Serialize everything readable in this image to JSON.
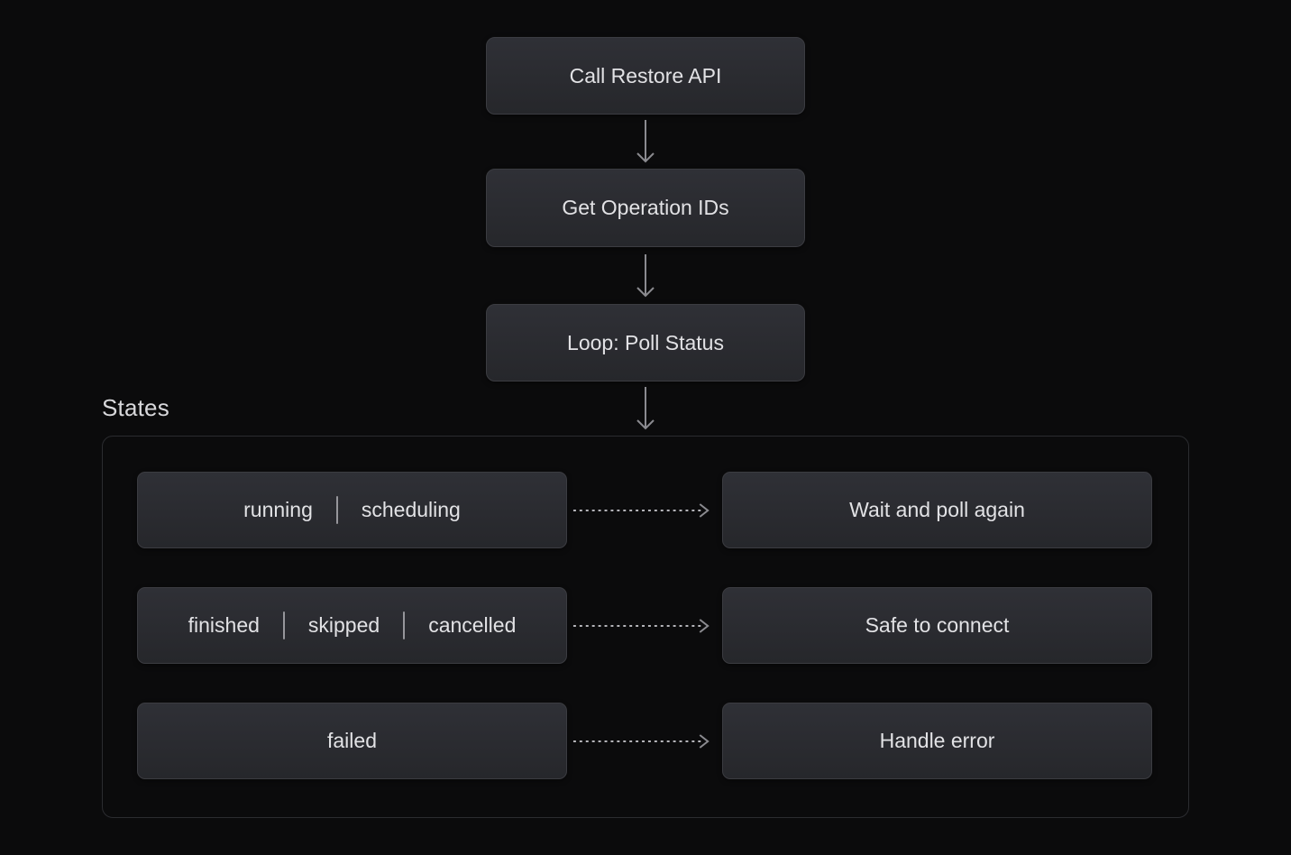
{
  "colors": {
    "background": "#0b0b0c",
    "node_bg_top": "#2f3036",
    "node_bg_bottom": "#26272b",
    "node_border": "#3b3c41",
    "container_border": "#2b2c30",
    "text": "#e2e2e5",
    "title": "#d8d8db",
    "arrow": "#8b8b90",
    "dash": "#b4b4b9",
    "separator": "#96969b"
  },
  "flow": {
    "nodes": [
      {
        "label": "Call Restore API"
      },
      {
        "label": "Get Operation IDs"
      },
      {
        "label": "Loop: Poll Status"
      }
    ]
  },
  "states": {
    "title": "States",
    "rows": [
      {
        "states": [
          "running",
          "scheduling"
        ],
        "action": "Wait and poll again"
      },
      {
        "states": [
          "finished",
          "skipped",
          "cancelled"
        ],
        "action": "Safe to connect"
      },
      {
        "states": [
          "failed"
        ],
        "action": "Handle error"
      }
    ]
  }
}
